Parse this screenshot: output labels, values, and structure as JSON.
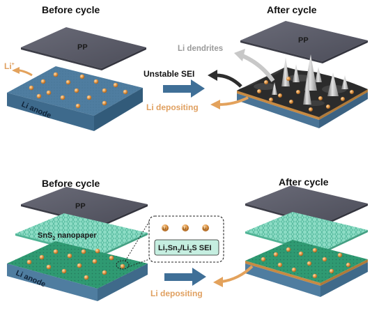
{
  "top": {
    "before_title": "Before cycle",
    "after_title": "After cycle",
    "pp_label": "PP",
    "anode_label": "Li anode",
    "li_ion_label": "Li",
    "li_ion_charge": "+",
    "arrow_label": "Unstable SEI",
    "dendrites_label": "Li dendrites",
    "depositing_label": "Li depositing"
  },
  "bottom": {
    "before_title": "Before cycle",
    "after_title": "After cycle",
    "pp_label": "PP",
    "nanopaper_label_pre": "SnS",
    "nanopaper_label_sub": "2",
    "nanopaper_label_post": " nanopaper",
    "anode_label": "Li anode",
    "depositing_label": "Li depositing",
    "sei_label": {
      "p1": "Li",
      "s1": "7",
      "p2": "Sn",
      "s2": "2",
      "p3": "/Li",
      "s3": "2",
      "p4": "S SEI"
    },
    "sei_particle_label": "Li"
  },
  "colors": {
    "pp_plate": "#5a5b68",
    "li_anode_blue": "#4f7da0",
    "sns2_teal": "#7fd6bd",
    "anode_green": "#2d8f6a",
    "li_ball": "#e39a4a",
    "dark_sei": "#2f2f2f",
    "copper_edge": "#c78a43",
    "arrow_blue": "#3f6f97",
    "gold_text": "#e0a060"
  }
}
